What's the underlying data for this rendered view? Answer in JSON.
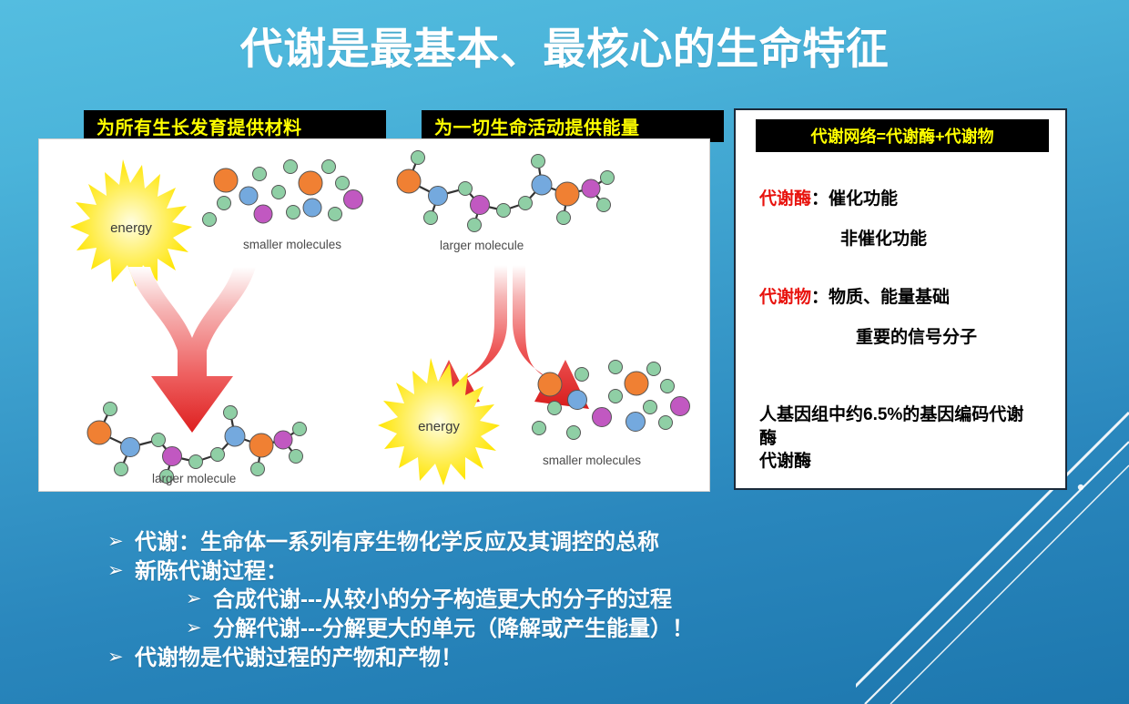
{
  "slide": {
    "title": "代谢是最基本、最核心的生命特征",
    "background_top_color": "#54bde0",
    "background_bottom_color": "#1d77ae"
  },
  "captions": {
    "left": "为所有生长发育提供材料",
    "right": "为一切生命活动提供能量",
    "text_color": "#ffff00",
    "bg_color": "#000000"
  },
  "figure": {
    "left_panel": {
      "energy_label": "energy",
      "top_label": "smaller molecules",
      "bottom_label": "larger molecule",
      "arrow_direction": "converging-down"
    },
    "right_panel": {
      "energy_label": "energy",
      "top_label": "larger molecule",
      "bottom_label": "smaller molecules",
      "arrow_direction": "diverging-down"
    },
    "atom_colors": {
      "orange": "#f08033",
      "blue": "#74a9de",
      "purple": "#c158c1",
      "green": "#8fcfa5"
    },
    "arrow_color": "#e02b2b"
  },
  "info_panel": {
    "header": "代谢网络=代谢酶+代谢物",
    "rows": [
      {
        "key": "代谢酶",
        "sep": "：",
        "value": "催化功能"
      },
      {
        "key": "",
        "sep": "",
        "value": "非催化功能"
      },
      {
        "key": "代谢物",
        "sep": "：",
        "value": "物质、能量基础"
      },
      {
        "key": "",
        "sep": "",
        "value": "重要的信号分子"
      }
    ],
    "footnote": "人基因组中约6.5%的基因编码代谢酶",
    "footnote_line2": "代谢酶",
    "key_color": "#e8130e"
  },
  "bullets": [
    {
      "marker": "➢",
      "text": "代谢：生命体一系列有序生物化学反应及其调控的总称",
      "level": 0
    },
    {
      "marker": "➢",
      "text": "新陈代谢过程：",
      "level": 0
    },
    {
      "marker": "➢",
      "text": "合成代谢---从较小的分子构造更大的分子的过程",
      "level": 1
    },
    {
      "marker": "➢",
      "text": "分解代谢---分解更大的单元（降解或产生能量）！",
      "level": 1
    },
    {
      "marker": "➢",
      "text": "代谢物是代谢过程的产物和产物！",
      "level": 0
    }
  ]
}
